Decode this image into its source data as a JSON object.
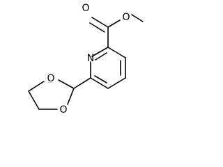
{
  "molecule": {
    "atoms": {
      "ester_carbonyl_oxygen": "O",
      "ester_ether_oxygen": "O",
      "pyridine_nitrogen": "N",
      "dioxolane_oxygen_top": "O",
      "dioxolane_oxygen_bottom": "O"
    },
    "colors": {
      "bond": "#000000",
      "label": "#000000",
      "background": "#ffffff"
    }
  }
}
